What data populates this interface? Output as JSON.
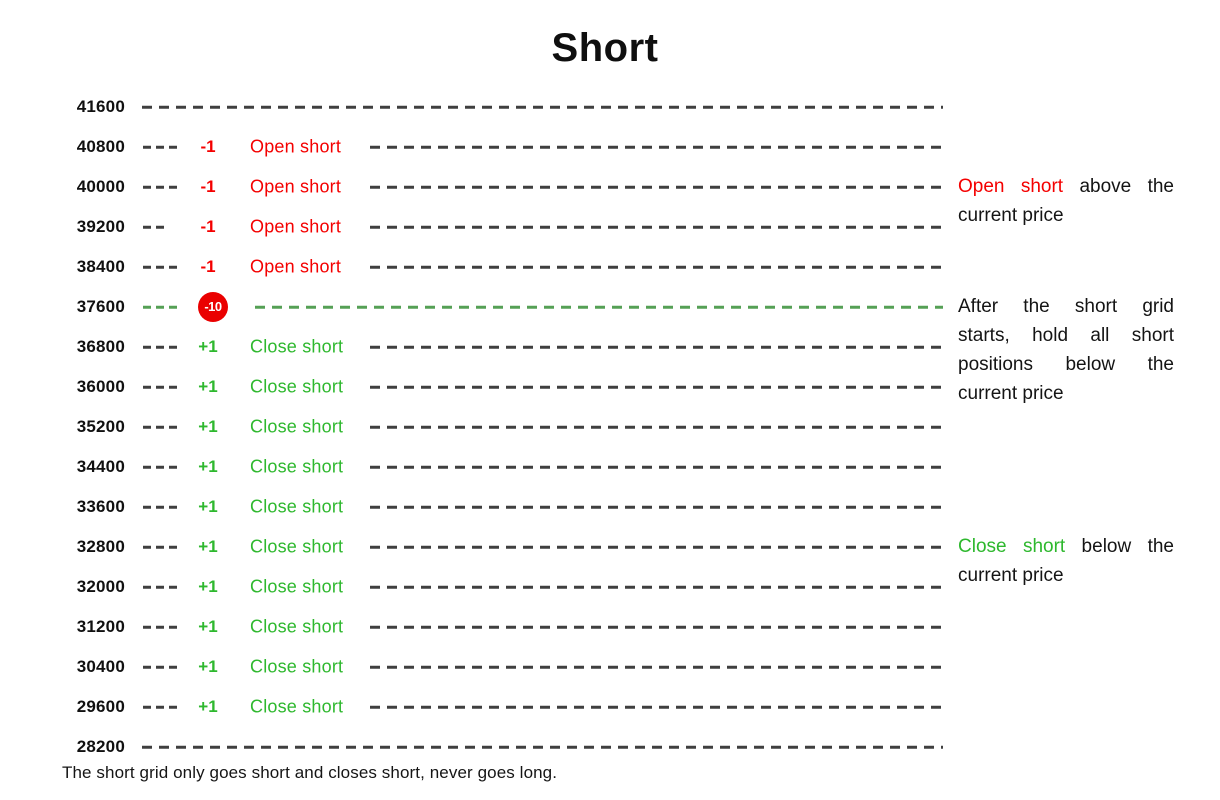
{
  "title": "Short",
  "footer": "The short grid only goes short and closes short, never goes long.",
  "colors": {
    "red": "#f40000",
    "green": "#2eb82e",
    "dash_dark": "#3f3f3f",
    "dash_green": "#55a055",
    "badge_bg": "#ea0000",
    "badge_text": "#ffffff",
    "text": "#141414"
  },
  "grid": {
    "rows": [
      {
        "price": "41600",
        "kind": "plain"
      },
      {
        "price": "40800",
        "kind": "open",
        "signal": "-1",
        "action": "Open short",
        "pre_dashes": 3
      },
      {
        "price": "40000",
        "kind": "open",
        "signal": "-1",
        "action": "Open short",
        "pre_dashes": 3
      },
      {
        "price": "39200",
        "kind": "open",
        "signal": "-1",
        "action": "Open short",
        "pre_dashes": 2
      },
      {
        "price": "38400",
        "kind": "open",
        "signal": "-1",
        "action": "Open short",
        "pre_dashes": 3
      },
      {
        "price": "37600",
        "kind": "current",
        "badge": "-10",
        "pre_dashes": 3
      },
      {
        "price": "36800",
        "kind": "close",
        "signal": "+1",
        "action": "Close short",
        "pre_dashes": 3
      },
      {
        "price": "36000",
        "kind": "close",
        "signal": "+1",
        "action": "Close short",
        "pre_dashes": 3
      },
      {
        "price": "35200",
        "kind": "close",
        "signal": "+1",
        "action": "Close short",
        "pre_dashes": 3
      },
      {
        "price": "34400",
        "kind": "close",
        "signal": "+1",
        "action": "Close short",
        "pre_dashes": 3
      },
      {
        "price": "33600",
        "kind": "close",
        "signal": "+1",
        "action": "Close short",
        "pre_dashes": 3
      },
      {
        "price": "32800",
        "kind": "close",
        "signal": "+1",
        "action": "Close short",
        "pre_dashes": 3
      },
      {
        "price": "32000",
        "kind": "close",
        "signal": "+1",
        "action": "Close short",
        "pre_dashes": 3
      },
      {
        "price": "31200",
        "kind": "close",
        "signal": "+1",
        "action": "Close short",
        "pre_dashes": 3
      },
      {
        "price": "30400",
        "kind": "close",
        "signal": "+1",
        "action": "Close short",
        "pre_dashes": 3
      },
      {
        "price": "29600",
        "kind": "close",
        "signal": "+1",
        "action": "Close short",
        "pre_dashes": 3
      },
      {
        "price": "28200",
        "kind": "plain"
      }
    ]
  },
  "annotations": [
    {
      "name": "open-short-note",
      "lines": [
        {
          "justify": true,
          "segments": [
            {
              "text": "Open short",
              "color": "red"
            },
            {
              "text": " above the",
              "color": "text"
            }
          ]
        },
        {
          "justify": false,
          "segments": [
            {
              "text": "current price",
              "color": "text"
            }
          ]
        }
      ]
    },
    {
      "name": "hold-note",
      "lines": [
        {
          "justify": true,
          "segments": [
            {
              "text": "After the short grid",
              "color": "text"
            }
          ]
        },
        {
          "justify": true,
          "segments": [
            {
              "text": "starts, hold all short",
              "color": "text"
            }
          ]
        },
        {
          "justify": true,
          "segments": [
            {
              "text": "positions below the",
              "color": "text"
            }
          ]
        },
        {
          "justify": false,
          "segments": [
            {
              "text": "current price",
              "color": "text"
            }
          ]
        }
      ]
    },
    {
      "name": "close-short-note",
      "lines": [
        {
          "justify": true,
          "segments": [
            {
              "text": "Close short",
              "color": "green"
            },
            {
              "text": " below the",
              "color": "text"
            }
          ]
        },
        {
          "justify": false,
          "segments": [
            {
              "text": "current price",
              "color": "text"
            }
          ]
        }
      ]
    }
  ]
}
